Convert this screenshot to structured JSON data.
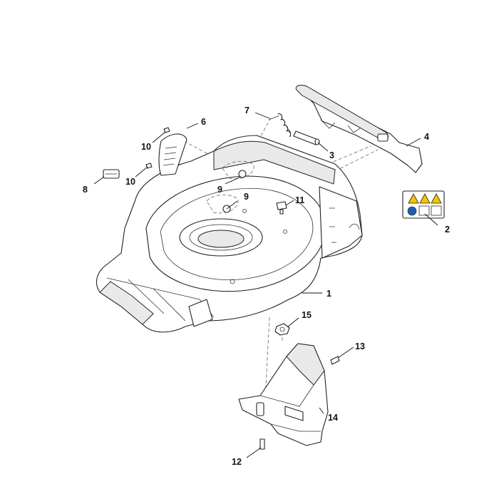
{
  "callouts": [
    {
      "id": "1",
      "label": "1"
    },
    {
      "id": "2",
      "label": "2"
    },
    {
      "id": "3",
      "label": "3"
    },
    {
      "id": "4",
      "label": "4"
    },
    {
      "id": "6",
      "label": "6"
    },
    {
      "id": "7",
      "label": "7"
    },
    {
      "id": "8",
      "label": "8"
    },
    {
      "id": "9a",
      "label": "9"
    },
    {
      "id": "9b",
      "label": "9"
    },
    {
      "id": "10a",
      "label": "10"
    },
    {
      "id": "10b",
      "label": "10"
    },
    {
      "id": "11",
      "label": "11"
    },
    {
      "id": "12",
      "label": "12"
    },
    {
      "id": "13",
      "label": "13"
    },
    {
      "id": "14",
      "label": "14"
    },
    {
      "id": "15",
      "label": "15"
    }
  ],
  "colors": {
    "line": "#222222",
    "label_yellow": "#f2c500",
    "label_blue": "#1f5fb0",
    "shading": "#e9e9e9"
  },
  "icons": [
    "warning-triangle-icon",
    "mandatory-action-icon",
    "manual-book-icon"
  ]
}
